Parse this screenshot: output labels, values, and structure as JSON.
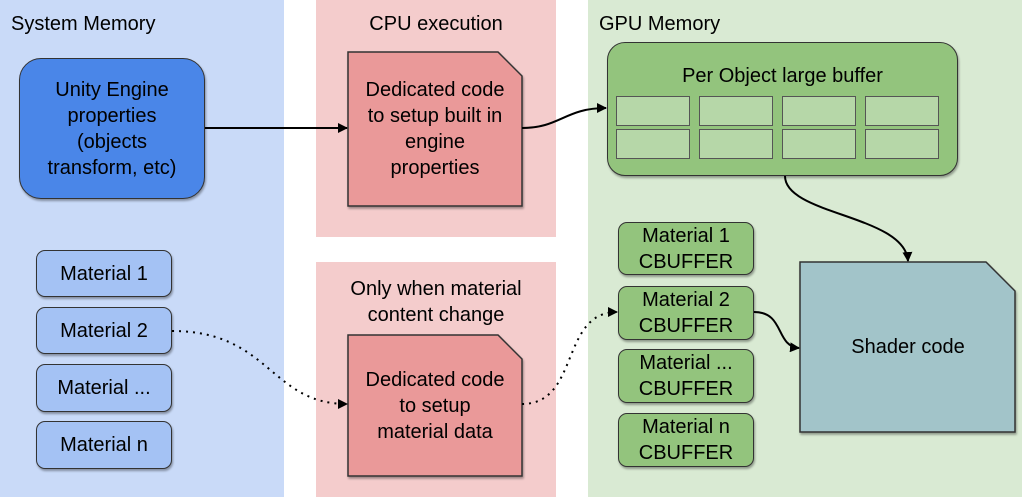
{
  "panels": {
    "system": {
      "title": "System Memory",
      "color": "#c9daf8"
    },
    "cpu": {
      "title": "CPU execution",
      "color": "#f4cccc"
    },
    "cpu_bottom": {
      "title": "Only when material content change"
    },
    "gpu": {
      "title": "GPU Memory",
      "color": "#d9ead3"
    }
  },
  "unity_box": {
    "label": "Unity Engine properties (objects transform, etc)",
    "color": "#4a86e8"
  },
  "cpu_doc_top": {
    "label": "Dedicated code to setup built in engine properties",
    "color": "#ea9999"
  },
  "cpu_doc_bottom": {
    "label": "Dedicated code to setup material data",
    "color": "#ea9999"
  },
  "buffer": {
    "label": "Per Object large buffer",
    "color": "#93c47d",
    "cell_color": "#b6d7a8"
  },
  "materials": [
    "Material 1",
    "Material 2",
    "Material ...",
    "Material n"
  ],
  "cbuffers": [
    {
      "name": "Material 1",
      "type": "CBUFFER"
    },
    {
      "name": "Material 2",
      "type": "CBUFFER"
    },
    {
      "name": "Material ...",
      "type": "CBUFFER"
    },
    {
      "name": "Material n",
      "type": "CBUFFER"
    }
  ],
  "shader": {
    "label": "Shader code",
    "color": "#a2c4c9"
  }
}
